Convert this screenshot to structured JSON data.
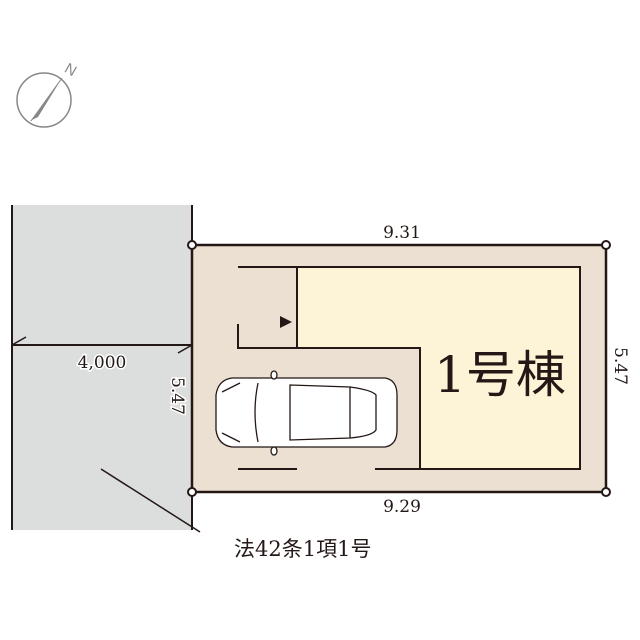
{
  "compass": {
    "north_label": "N"
  },
  "road": {
    "width_label": "4,000",
    "type_label": "法42条1項1号"
  },
  "lot": {
    "top_label": "9.31",
    "bottom_label": "9.29",
    "left_label": "5.47",
    "right_label": "5.47"
  },
  "building": {
    "label": "1号棟"
  },
  "colors": {
    "road": "#dcdddd",
    "lot": "#ebe0d2",
    "building": "#fdf3d7",
    "line": "#231815"
  }
}
